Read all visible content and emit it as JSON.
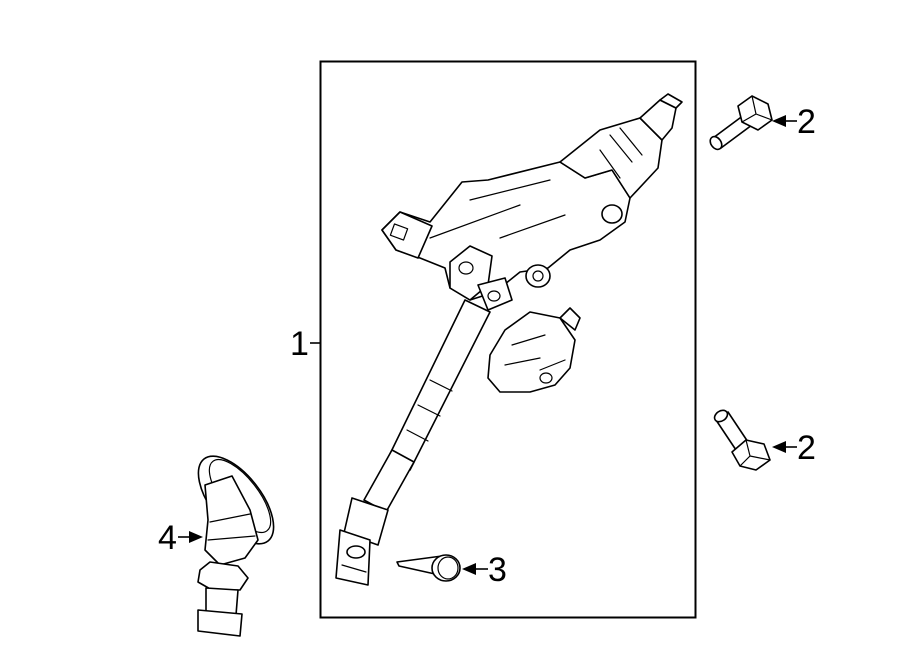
{
  "callouts": {
    "steering_column": "1",
    "bolt_upper": "2",
    "bolt_lower": "2",
    "pin": "3",
    "boot": "4"
  }
}
